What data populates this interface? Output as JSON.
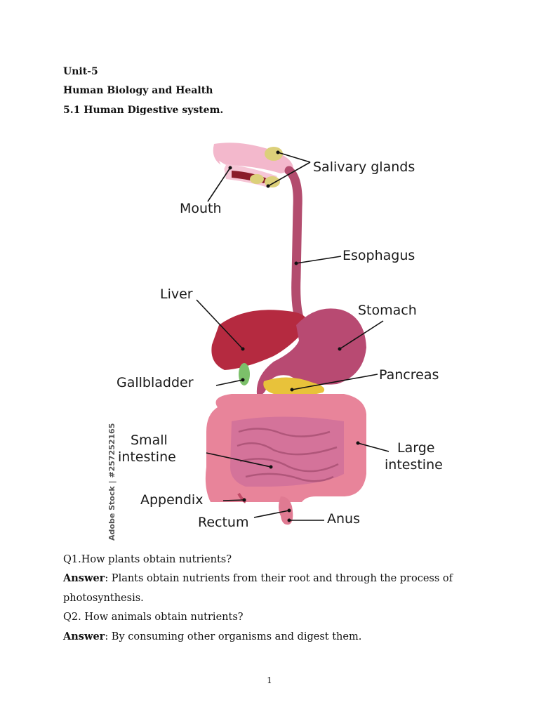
{
  "headings": {
    "unit": "Unit-5",
    "title": "Human Biology and Health",
    "section": "5.1 Human Digestive system."
  },
  "diagram": {
    "labels": {
      "salivary_glands": "Salivary glands",
      "mouth": "Mouth",
      "esophagus": "Esophagus",
      "liver": "Liver",
      "stomach": "Stomach",
      "gallbladder": "Gallbladder",
      "pancreas": "Pancreas",
      "small_intestine_1": "Small",
      "small_intestine_2": "intestine",
      "large_intestine_1": "Large",
      "large_intestine_2": "intestine",
      "appendix": "Appendix",
      "rectum": "Rectum",
      "anus": "Anus"
    },
    "watermark": "Adobe Stock | #257252165"
  },
  "qa": {
    "q1": "Q1.How plants obtain nutrients?",
    "answer_label": "Answer",
    "a1_line1": ": Plants obtain nutrients from their root and through the process of",
    "a1_line2": "photosynthesis.",
    "q2": "Q2. How animals obtain nutrients?",
    "a2": ": By consuming other organisms and digest them."
  },
  "page_number": "1"
}
